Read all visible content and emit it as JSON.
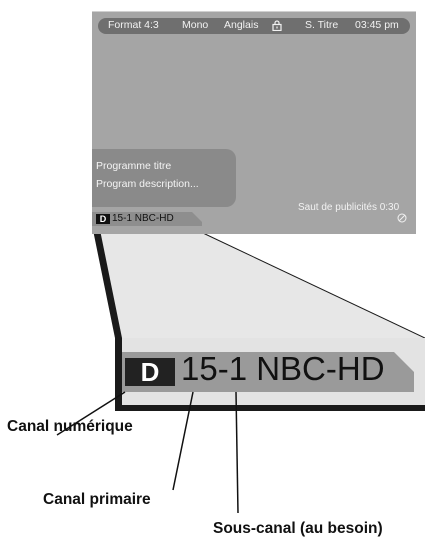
{
  "tv_screen": {
    "status_bar": {
      "format": "Format 4:3",
      "audio": "Mono",
      "language": "Anglais",
      "lock_icon": "lock-icon",
      "subtitle": "S. Titre",
      "time": "03:45 pm"
    },
    "program_info": {
      "title": "Programme titre",
      "description": "Program description..."
    },
    "skip_ads": "Saut de publicités 0:30",
    "skip_icon": "no-skip-icon",
    "channel_tag": {
      "badge": "D",
      "label": "15-1  NBC-HD"
    }
  },
  "zoomed_tag": {
    "badge": "D",
    "label": "15-1  NBC-HD"
  },
  "callouts": {
    "digital_channel": "Canal numérique",
    "primary_channel": "Canal primaire",
    "sub_channel": "Sous-canal (au besoin)"
  },
  "colors": {
    "screen": "#a5a5a5",
    "status_bar": "#6f6f6f",
    "program_box": "#8a8a8a",
    "zoom_panel": "#e6e6e6"
  }
}
